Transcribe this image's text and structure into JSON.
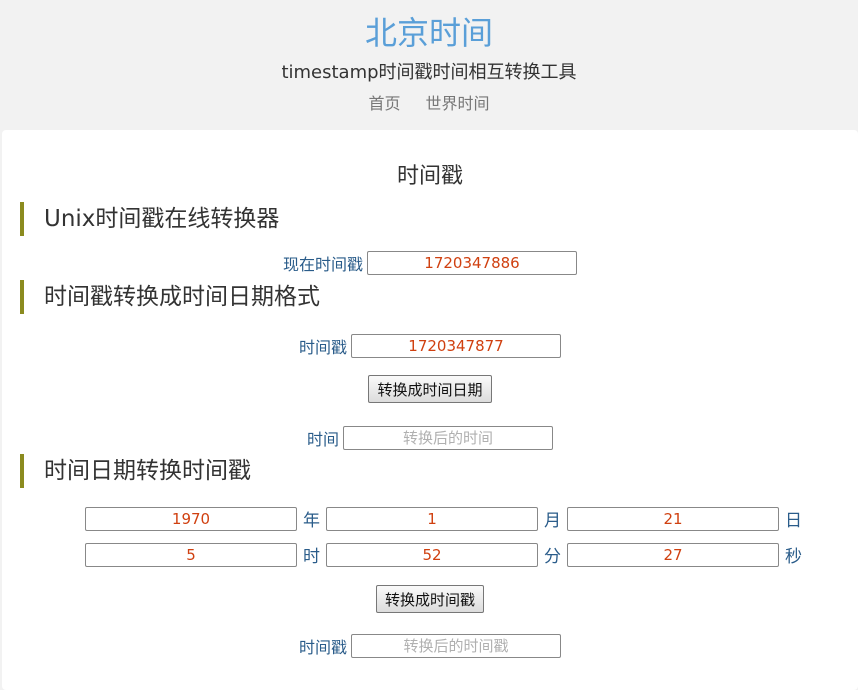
{
  "header": {
    "title": "北京时间",
    "subtitle": "timestamp时间戳时间相互转换工具",
    "nav": [
      "首页",
      "世界时间"
    ]
  },
  "page_title": "时间戳",
  "section1": {
    "heading": "Unix时间戳在线转换器",
    "label": "现在时间戳",
    "value": "1720347886"
  },
  "section2": {
    "heading": "时间戳转换成时间日期格式",
    "ts_label": "时间戳",
    "ts_value": "1720347877",
    "button": "转换成时间日期",
    "result_label": "时间",
    "result_placeholder": "转换后的时间"
  },
  "section3": {
    "heading": "时间日期转换时间戳",
    "year": "1970",
    "year_unit": "年",
    "month": "1",
    "month_unit": "月",
    "day": "21",
    "day_unit": "日",
    "hour": "5",
    "hour_unit": "时",
    "minute": "52",
    "minute_unit": "分",
    "second": "27",
    "second_unit": "秒",
    "button": "转换成时间戳",
    "result_label": "时间戳",
    "result_placeholder": "转换后的时间戳"
  }
}
